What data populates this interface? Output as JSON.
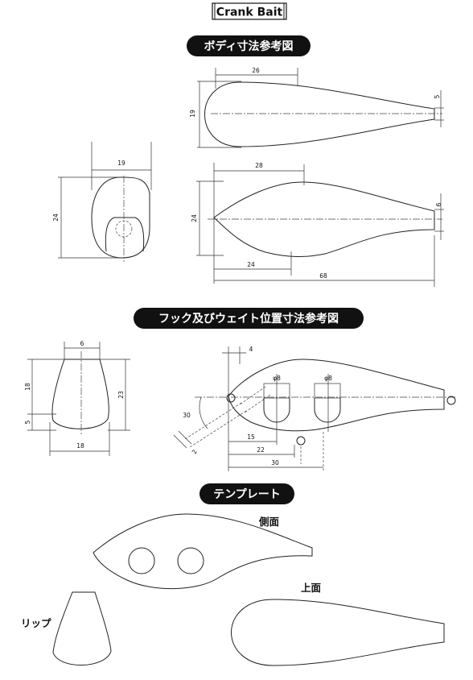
{
  "title": "Crank Bait",
  "sections": {
    "body_dimensions": "ボディ寸法参考図",
    "hook_weight": "フック及びウェイト位置寸法参考図",
    "template": "テンプレート"
  },
  "labels": {
    "side": "側面",
    "top": "上面",
    "lip": "リップ"
  },
  "dims": {
    "top_len": "26",
    "top_h": "19",
    "top_tail": "5",
    "front_w": "19",
    "front_h": "24",
    "side_peak": "28",
    "side_h": "24",
    "side_tail": "6",
    "side_belly": "24",
    "side_total": "68",
    "lip_top": "6",
    "lip_h1": "18",
    "lip_h2": "23",
    "lip_gap": "5",
    "lip_w": "18",
    "hw_eye": "4",
    "hw_hole1": "φ8",
    "hw_hole2": "φ8",
    "hw_angle": "30",
    "hw_t": "2",
    "hw_15": "15",
    "hw_22": "22",
    "hw_30": "30"
  }
}
